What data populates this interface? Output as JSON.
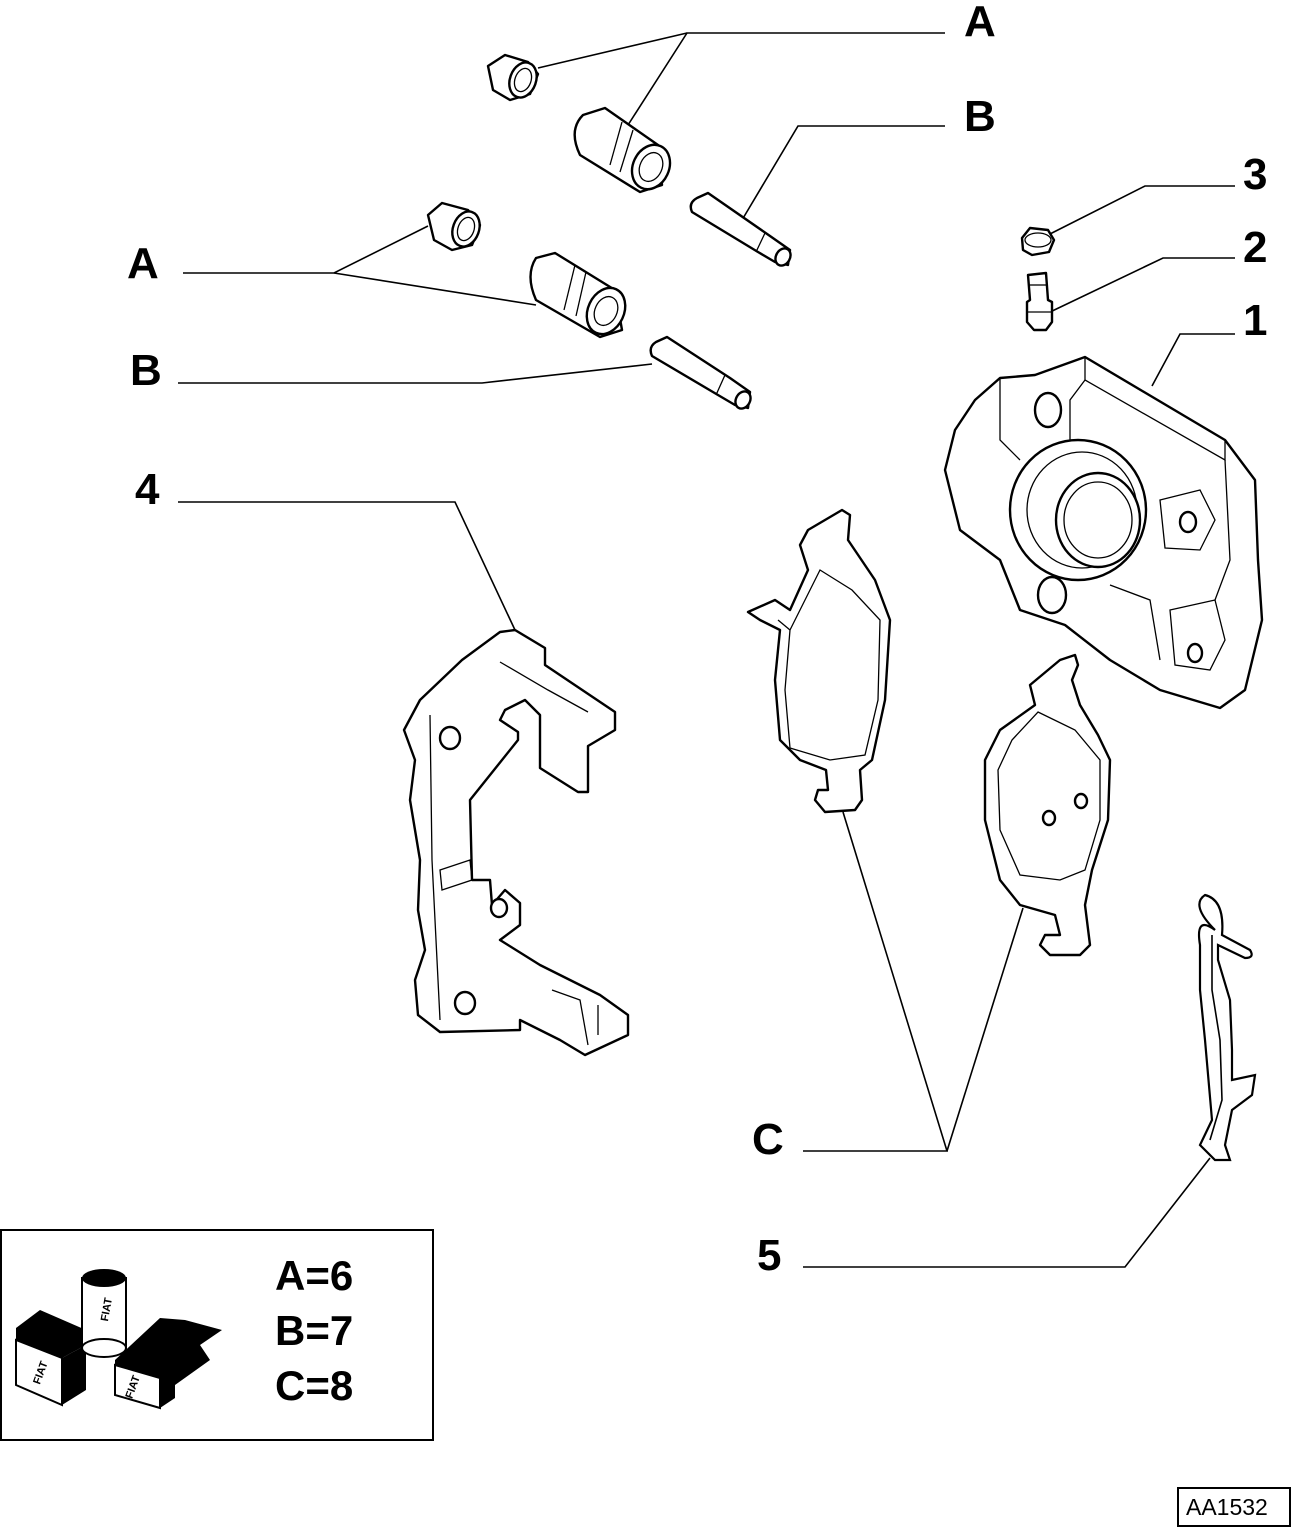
{
  "callouts": {
    "A_top": "A",
    "B_top": "B",
    "three": "3",
    "two": "2",
    "one": "1",
    "A_left": "A",
    "B_left": "B",
    "four": "4",
    "C": "C",
    "five": "5"
  },
  "kit_legend": {
    "lines": [
      "A=6",
      "B=7",
      "C=8"
    ],
    "logo_text": "FIAT"
  },
  "reference_code": "AA1532"
}
